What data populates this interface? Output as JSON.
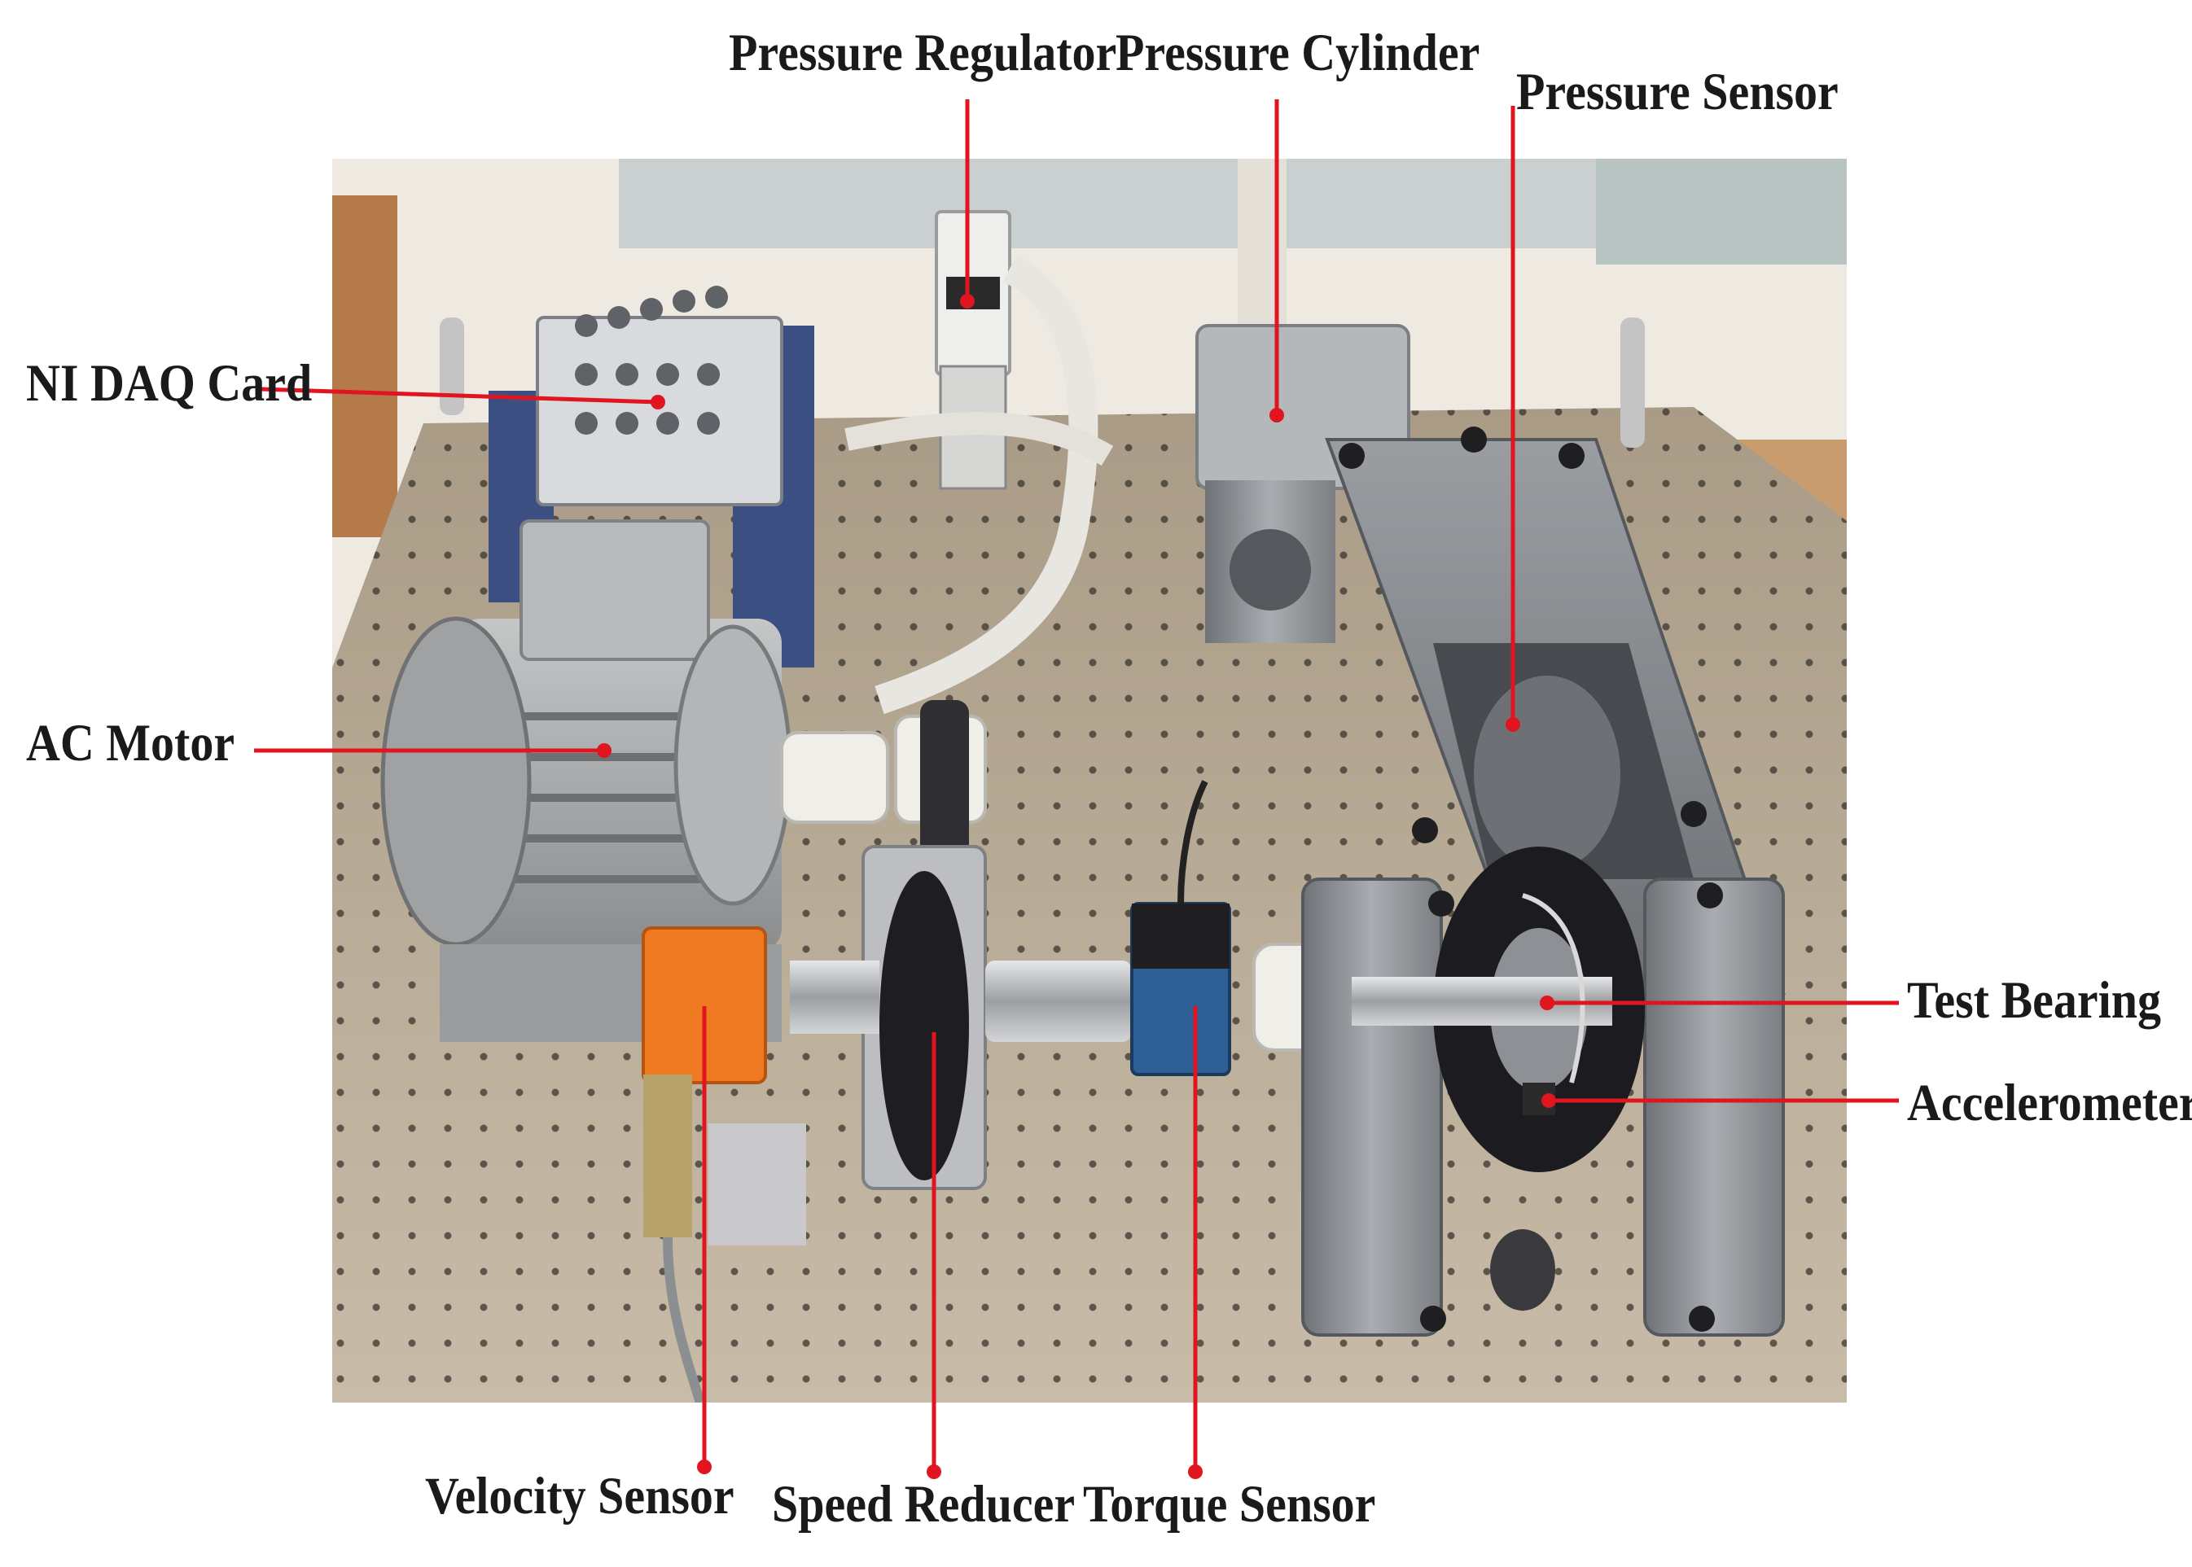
{
  "labels": {
    "pressure_regulator": "Pressure Regulator",
    "pressure_cylinder": "Pressure Cylinder",
    "pressure_sensor": "Pressure Sensor",
    "ni_daq_card": "NI DAQ Card",
    "ac_motor": "AC Motor",
    "test_bearing": "Test Bearing",
    "accelerometer": "Accelerometer",
    "velocity_sensor": "Velocity Sensor",
    "speed_reducer": "Speed Reducer",
    "torque_sensor": "Torque Sensor"
  },
  "colors": {
    "leader_line": "#e0151f",
    "label_text": "#1a1a1a",
    "table_surface": "#b9ab95",
    "frame_steel": "#8f9296",
    "motor_grey": "#a7a9aa",
    "encoder_orange": "#f07a22",
    "daq_blue": "#3c4f82",
    "wall": "#f1ede5"
  }
}
